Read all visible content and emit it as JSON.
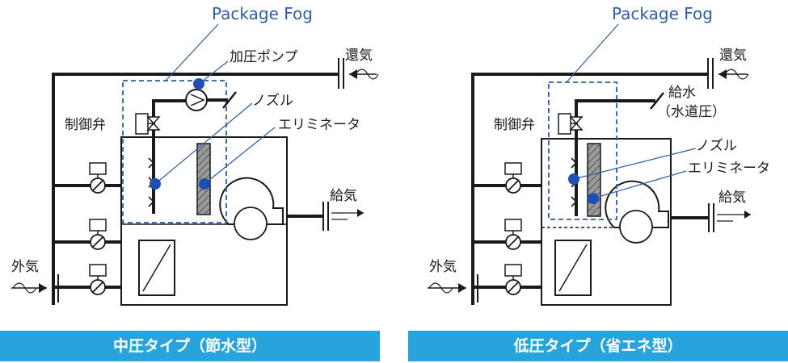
{
  "panels": [
    {
      "package_fog_label": "Package Fog",
      "pump_label": "加圧ポンプ",
      "nozzle_label": "ノズル",
      "eliminator_label": "エリミネータ",
      "control_valve_label": "制御弁",
      "return_air_label": "還気",
      "supply_air_label": "給気",
      "outside_air_label": "外気",
      "type_label": "中圧タイプ（節水型）"
    },
    {
      "package_fog_label": "Package Fog",
      "water_supply_label": "給水",
      "water_pressure_label": "（水道圧）",
      "nozzle_label": "ノズル",
      "eliminator_label": "エリミネータ",
      "control_valve_label": "制御弁",
      "return_air_label": "還気",
      "supply_air_label": "給気",
      "outside_air_label": "外気",
      "type_label": "低圧タイプ（省エネ型）"
    }
  ],
  "colors": {
    "accent_blue": "#2d5da6",
    "marker_blue": "#1f4fb4",
    "banner": "#29a3dc",
    "line": "#1a1a1a",
    "eliminator_fill": "#9a9a9a"
  }
}
